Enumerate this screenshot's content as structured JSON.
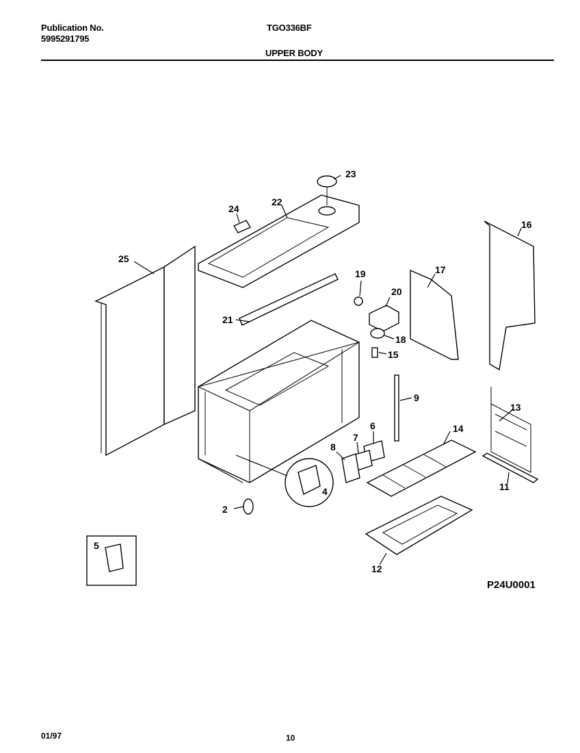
{
  "header": {
    "publication_label": "Publication No.",
    "publication_number": "5995291795",
    "model": "TGO336BF",
    "section_title": "UPPER BODY"
  },
  "callouts": [
    "2",
    "4",
    "5",
    "6",
    "7",
    "8",
    "9",
    "11",
    "12",
    "13",
    "14",
    "15",
    "16",
    "17",
    "18",
    "19",
    "20",
    "21",
    "22",
    "23",
    "24",
    "25"
  ],
  "figure_code": "P24U0001",
  "footer": {
    "date": "01/97",
    "page": "10"
  }
}
